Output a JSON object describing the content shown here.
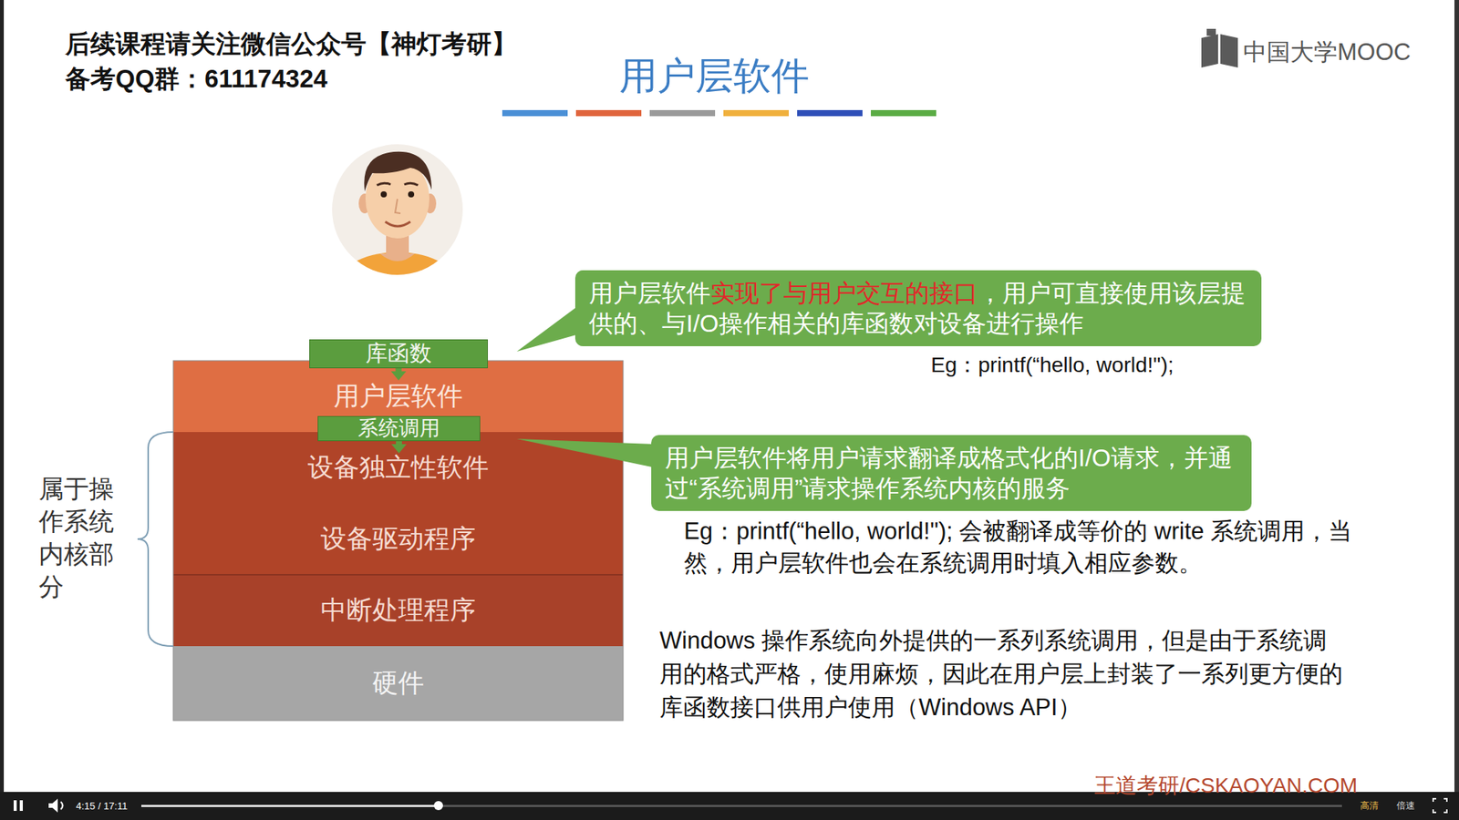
{
  "diagram": {
    "title": "用户层软件",
    "nodes": [
      {
        "text": [
          "库函数"
        ]
      },
      {
        "text": [
          "用户层软件"
        ]
      },
      {
        "text": [
          "系统调用"
        ]
      },
      {
        "text": [
          "设备独立性软件"
        ]
      },
      {
        "text": [
          "设备驱动程序"
        ]
      },
      {
        "text": [
          "中断处理程序"
        ]
      },
      {
        "text": [
          "硬件"
        ]
      },
      {
        "text": [
          "用户层软件",
          "实现了与用户交互的接口",
          "，用户可直接使用该层提供的、与I/O操作相关的库函数对设备进行操作"
        ]
      },
      {
        "text": [
          "用户层软件将用户请求翻译成格式化的I/O请求，并通过“系统调用”请求操作系统内核的服务"
        ]
      }
    ],
    "edges": [
      {
        "from": 0,
        "to": 1,
        "arrow": "to"
      },
      {
        "from": 2,
        "to": 3,
        "arrow": "to"
      }
    ],
    "labels": [
      "后续课程请关注微信公众号【神灯考研】",
      "备考QQ群：611174324",
      "中国大学MOOC",
      "属于操作系统内核部分",
      "Eg：printf(“hello, world!\");",
      "Eg：printf(“hello, world!\"); 会被翻译成等价的 write 系统调用，当然，用户层软件也会在系统调用时填入相应参数。",
      "Windows 操作系统向外提供的一系列系统调用，但是由于系统调用的格式严格，使用麻烦，因此在用户层上封装了一系列更方便的库函数接口供用户使用（Windows API）",
      "王道考研/CSKAOYAN.COM",
      "4:15 / 17:11",
      "高清",
      "倍速"
    ]
  }
}
